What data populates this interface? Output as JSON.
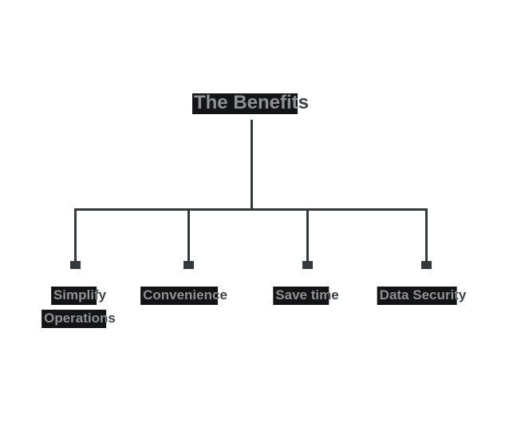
{
  "diagram": {
    "title": "The Benefits",
    "nodes": [
      {
        "label": "Simplify Operations",
        "lines": [
          "Simplify",
          "Operations"
        ]
      },
      {
        "label": "Convenience",
        "lines": [
          "Convenience"
        ]
      },
      {
        "label": "Save time",
        "lines": [
          "Save time"
        ]
      },
      {
        "label": "Data Security",
        "lines": [
          "Data Security"
        ]
      }
    ],
    "colors": {
      "bg": "#ffffff",
      "line": "#33383c",
      "highlight": "#141414",
      "text": "#3b4045",
      "textOnDark": "#8d9298"
    }
  }
}
